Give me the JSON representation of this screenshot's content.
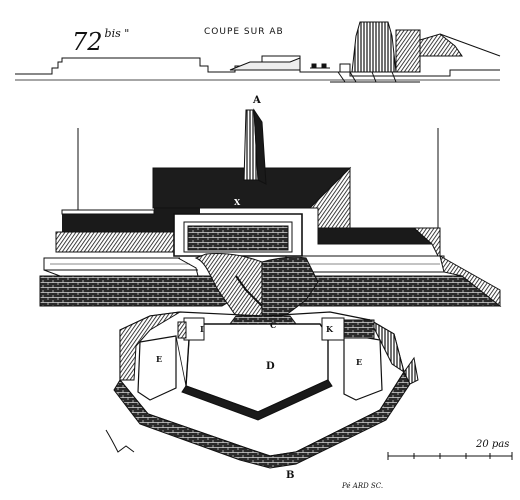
{
  "plate": {
    "number": "72",
    "number_suffix": "bis \"",
    "section_title": "COUPE SUR AB",
    "labels": {
      "a": "A",
      "b": "B",
      "x": "X",
      "c": "C",
      "d": "D",
      "e_left": "E",
      "e_right": "E",
      "i": "I",
      "k": "K"
    },
    "scale_label": "20 pas",
    "engraver": "Pé ARD SC."
  }
}
